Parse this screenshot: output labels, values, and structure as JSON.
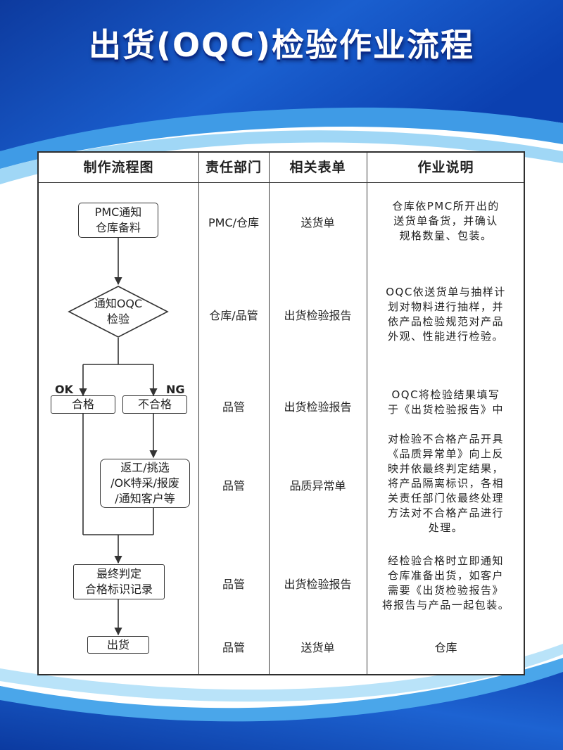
{
  "title": "出货(OQC)检验作业流程",
  "colors": {
    "blue_dark": "#0b3fa8",
    "blue_mid": "#1e6fd6",
    "blue_light": "#4fb4ef",
    "border": "#2e2e2e"
  },
  "table": {
    "headers": [
      "制作流程图",
      "责任部门",
      "相关表单",
      "作业说明"
    ],
    "rows": [
      {
        "dept": "PMC/仓库",
        "form": "送货单",
        "desc": [
          "仓库依PMC所开出的",
          "送货单备货，并确认",
          "规格数量、包装。"
        ]
      },
      {
        "dept": "仓库/品管",
        "form": "出货检验报告",
        "desc": [
          "OQC依送货单与抽样计",
          "划对物料进行抽样，并",
          "依产品检验规范对产品",
          "外观、性能进行检验。"
        ]
      },
      {
        "dept": "品管",
        "form": "出货检验报告",
        "desc": [
          "OQC将检验结果填写",
          "于《出货检验报告》中"
        ]
      },
      {
        "dept": "品管",
        "form": "品质异常单",
        "desc": [
          "对检验不合格产品开具",
          "《品质异常单》向上反",
          "映并依最终判定结果，",
          "将产品隔离标识，各相",
          "关责任部门依最终处理",
          "方法对不合格产品进行",
          "处理。"
        ]
      },
      {
        "dept": "品管",
        "form": "出货检验报告",
        "desc": [
          "经检验合格时立即通知",
          "仓库准备出货，如客户",
          "需要《出货检验报告》",
          "将报告与产品一起包装。"
        ]
      },
      {
        "dept": "品管",
        "form": "送货单",
        "desc": [
          "仓库"
        ]
      }
    ]
  },
  "flow": {
    "step1": [
      "PMC通知",
      "仓库备料"
    ],
    "decision": [
      "通知OQC",
      "检验"
    ],
    "ok_label": "OK",
    "ng_label": "NG",
    "pass": "合格",
    "fail": "不合格",
    "rework": [
      "返工/挑选",
      "/OK特采/报废",
      "/通知客户等"
    ],
    "final": [
      "最终判定",
      "合格标识记录"
    ],
    "ship": "出货"
  }
}
